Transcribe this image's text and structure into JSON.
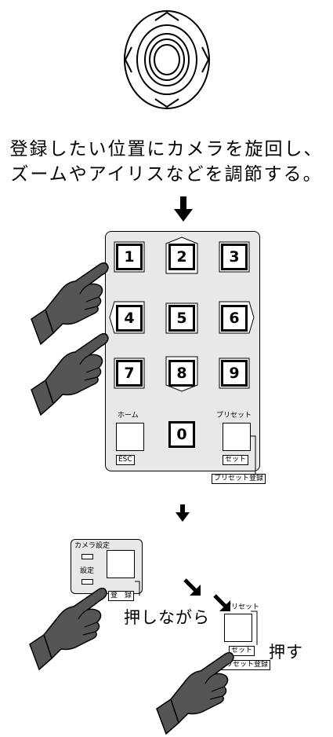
{
  "instruction": {
    "line1": "登録したい位置にカメラを旋回し、",
    "line2": "ズームやアイリスなどを調節する。"
  },
  "keypad": {
    "keys": [
      "1",
      "2",
      "3",
      "4",
      "5",
      "6",
      "7",
      "8",
      "9",
      "0"
    ],
    "home_label": "ホーム",
    "esc_label": "ESC",
    "preset_label": "プリセット",
    "set_label": "セット",
    "preset_register_label": "プリセット登録"
  },
  "panel": {
    "camera_settings_label": "カメラ設定",
    "settings_label": "設定",
    "register_label": "登　録"
  },
  "step": {
    "while_pressing": "押しながら",
    "preset_label": "プリセット",
    "set_label": "セット",
    "preset_register_label": "プリセット登録",
    "press": "押す"
  },
  "icons": [
    "joystick-icon",
    "down-arrow-icon",
    "pointing-hand-icon",
    "diagonal-arrow-icon"
  ]
}
